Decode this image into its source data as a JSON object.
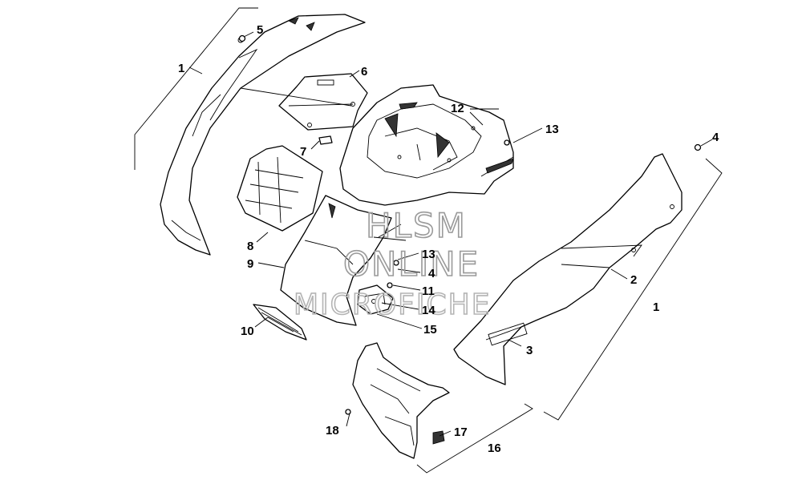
{
  "watermark": {
    "line1": "HLSM",
    "line2": "ONLINE",
    "line3": "MICROFICHE"
  },
  "callouts": [
    "1",
    "5",
    "6",
    "7",
    "8",
    "9",
    "10",
    "12",
    "13",
    "13",
    "4",
    "11",
    "14",
    "15",
    "4",
    "2",
    "1",
    "3",
    "18",
    "17",
    "16"
  ]
}
